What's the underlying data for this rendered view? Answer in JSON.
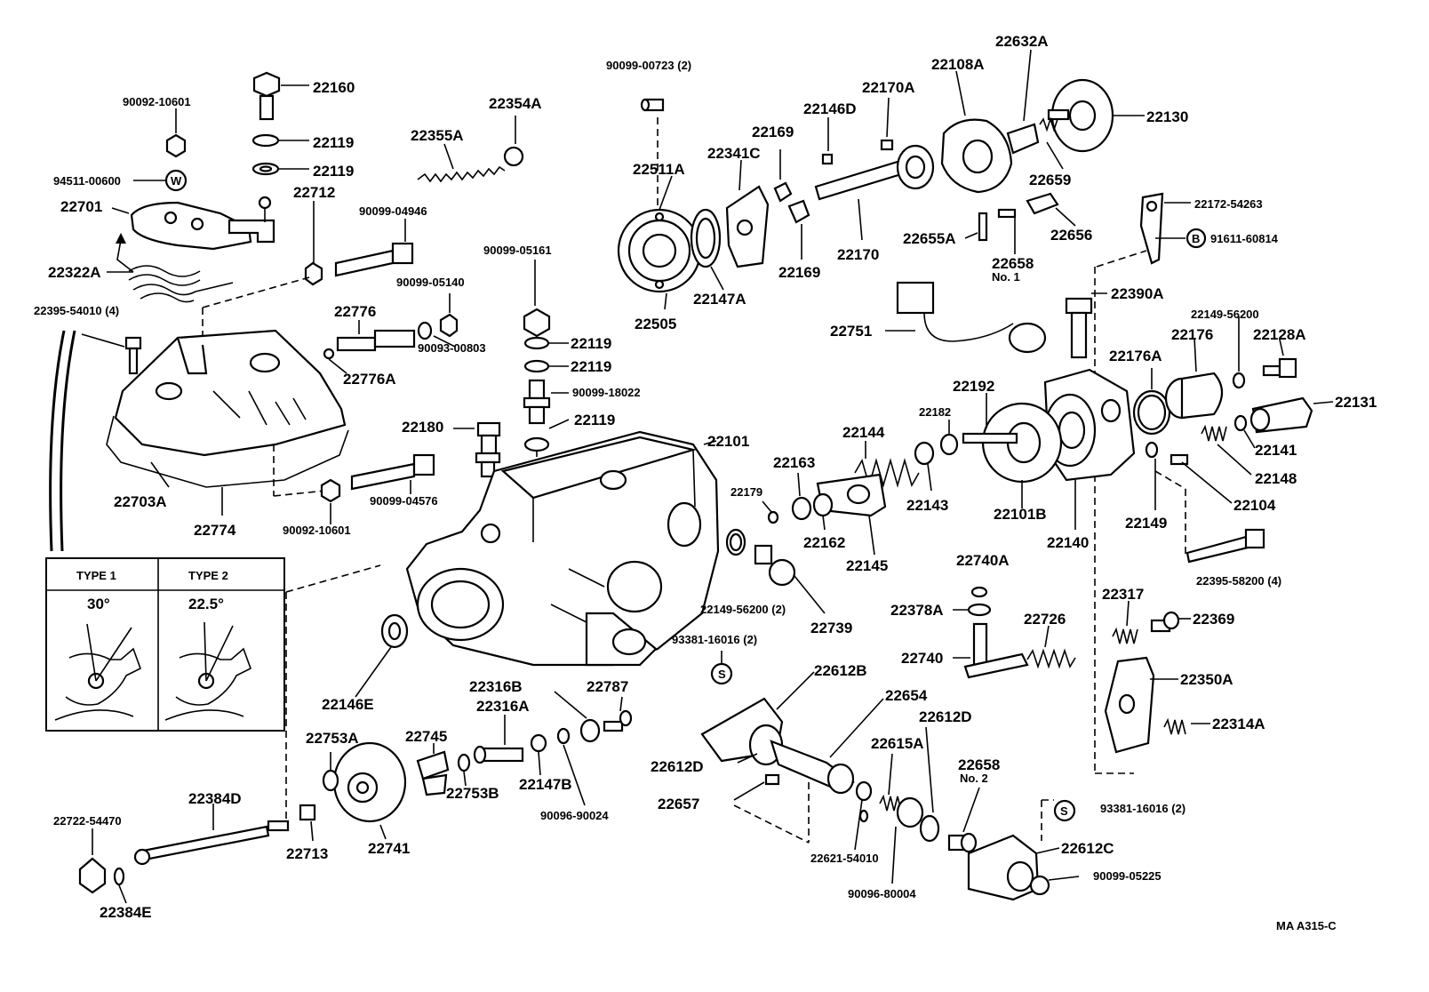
{
  "labels": {
    "p22160": "22160",
    "p90092_10601_a": "90092-10601",
    "p22119_a": "22119",
    "p22119_b": "22119",
    "p94511": "94511-00600",
    "washer_w": "W",
    "p22701": "22701",
    "p22712": "22712",
    "p90099_04946": "90099-04946",
    "p22322A": "22322A",
    "p22395_54010": "22395-54010 (4)",
    "p22355A": "22355A",
    "p22354A": "22354A",
    "p90099_05161": "90099-05161",
    "p90099_05140": "90099-05140",
    "p22776": "22776",
    "p90093_00803": "90093-00803",
    "p22776A": "22776A",
    "p22119_c": "22119",
    "p22119_d": "22119",
    "p90099_18022": "90099-18022",
    "p22119_e": "22119",
    "p22180": "22180",
    "p22101": "22101",
    "p22703A": "22703A",
    "p22774": "22774",
    "p90092_10601_b": "90092-10601",
    "p90099_04576": "90099-04576",
    "p90099_00723": "90099-00723 (2)",
    "p22511A": "22511A",
    "p22341C": "22341C",
    "p22169_a": "22169",
    "p22146D": "22146D",
    "p22170A": "22170A",
    "p22108A": "22108A",
    "p22632A": "22632A",
    "p22130": "22130",
    "p22659": "22659",
    "p22505": "22505",
    "p22147A": "22147A",
    "p22169_b": "22169",
    "p22170": "22170",
    "p22655A": "22655A",
    "p22658": "22658",
    "p22658_no1": "No. 1",
    "p22656": "22656",
    "p22172_54263": "22172-54263",
    "screw_b": "B",
    "p91611_60814": "91611-60814",
    "p22390A": "22390A",
    "p22751": "22751",
    "p22149_56200_a": "22149-56200",
    "p22176": "22176",
    "p22128A": "22128A",
    "p22176A": "22176A",
    "p22131": "22131",
    "p22192": "22192",
    "p22182": "22182",
    "p22144": "22144",
    "p22163": "22163",
    "p22179": "22179",
    "p22143": "22143",
    "p22162": "22162",
    "p22145": "22145",
    "p22101B": "22101B",
    "p22140": "22140",
    "p22149": "22149",
    "p22141": "22141",
    "p22148": "22148",
    "p22104": "22104",
    "p22395_58200": "22395-58200 (4)",
    "p22149_56200_b": "22149-56200  (2)",
    "p22739": "22739",
    "p22740A": "22740A",
    "p22378A": "22378A",
    "p22726": "22726",
    "p22317": "22317",
    "p22369": "22369",
    "p22740": "22740",
    "p22350A": "22350A",
    "p22314A": "22314A",
    "p93381_16016_a": "93381-16016 (2)",
    "screw_s_a": "S",
    "p22612B": "22612B",
    "p22654": "22654",
    "p22612D_a": "22612D",
    "p22612D_b": "22612D",
    "p22615A": "22615A",
    "p22658_b": "22658",
    "p22658_no2": "No. 2",
    "p22657": "22657",
    "p22621_54010": "22621-54010",
    "p90096_80004": "90096-80004",
    "screw_s_b": "S",
    "p93381_16016_b": "93381-16016 (2)",
    "p22612C": "22612C",
    "p90099_05225": "90099-05225",
    "p22146E": "22146E",
    "p22316B": "22316B",
    "p22787": "22787",
    "p22316A": "22316A",
    "p22753A": "22753A",
    "p22745": "22745",
    "p22147B": "22147B",
    "p22753B": "22753B",
    "p90096_90024": "90096-90024",
    "p22384D": "22384D",
    "p22722_54470": "22722-54470",
    "p22713": "22713",
    "p22741": "22741",
    "p22384E": "22384E",
    "type1": "TYPE 1",
    "type2": "TYPE 2",
    "angle1": "30°",
    "angle2": "22.5°",
    "footer_code": "MA  A315-C"
  }
}
